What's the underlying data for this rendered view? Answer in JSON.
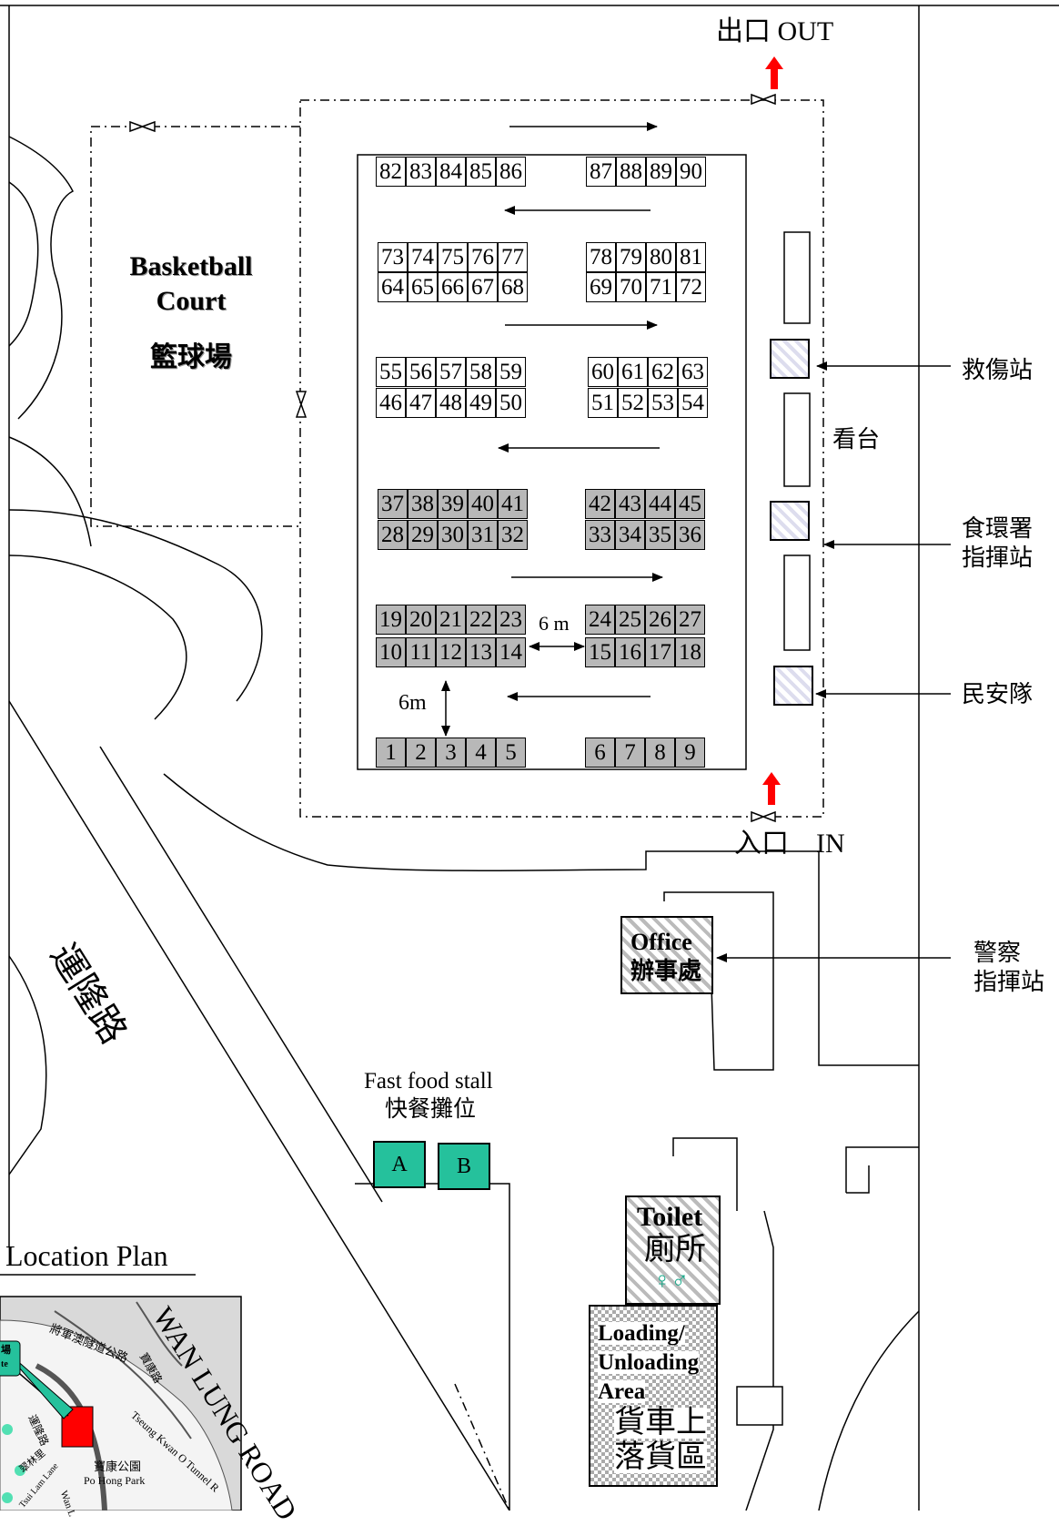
{
  "labels": {
    "exit": "出口 OUT",
    "entrance_cn": "入口",
    "entrance_en": "IN",
    "court_en_1": "Basketball",
    "court_en_2": "Court",
    "court_cn": "籃球場",
    "first_aid": "救傷站",
    "stand": "看台",
    "fehd_1": "食環署",
    "fehd_2": "指揮站",
    "cas": "民安隊",
    "police_1": "警察",
    "police_2": "指揮站",
    "office_en": "Office",
    "office_cn": "辦事處",
    "fast_food_en": "Fast food stall",
    "fast_food_cn": "快餐攤位",
    "stall_a": "A",
    "stall_b": "B",
    "toilet_en": "Toilet",
    "toilet_cn": "廁所",
    "loading_1": "Loading/",
    "loading_2": "Unloading",
    "loading_3": "Area",
    "loading_cn_1": "貨車上",
    "loading_cn_2": "落貨區",
    "road_en": "WAN LUNG ROAD",
    "road_cn": "運隆路",
    "dim_6m_h": "6 m",
    "dim_6m_v": "6m",
    "location_plan": "Location Plan",
    "inset_road_1": "將軍澳隧道公路",
    "inset_road_2": "Tseung Kwan O Tunnel R",
    "inset_park_cn": "寶康公園",
    "inset_park_en": "Po Hong Park",
    "inset_road_3": "寶康路",
    "inset_road_4": "運隆路",
    "inset_road_5": "翠林里",
    "inset_road_6": "Tsui Lam Lane",
    "inset_road_7": "Wan L",
    "inset_badge_1": "場",
    "inset_badge_2": "te"
  },
  "stalls": {
    "r82": [
      "82",
      "83",
      "84",
      "85",
      "86"
    ],
    "r87": [
      "87",
      "88",
      "89",
      "90"
    ],
    "r73": [
      "73",
      "74",
      "75",
      "76",
      "77"
    ],
    "r78": [
      "78",
      "79",
      "80",
      "81"
    ],
    "r64": [
      "64",
      "65",
      "66",
      "67",
      "68"
    ],
    "r69": [
      "69",
      "70",
      "71",
      "72"
    ],
    "r55": [
      "55",
      "56",
      "57",
      "58",
      "59"
    ],
    "r60": [
      "60",
      "61",
      "62",
      "63"
    ],
    "r46": [
      "46",
      "47",
      "48",
      "49",
      "50"
    ],
    "r51": [
      "51",
      "52",
      "53",
      "54"
    ],
    "r37": [
      "37",
      "38",
      "39",
      "40",
      "41"
    ],
    "r42": [
      "42",
      "43",
      "44",
      "45"
    ],
    "r28": [
      "28",
      "29",
      "30",
      "31",
      "32"
    ],
    "r33": [
      "33",
      "34",
      "35",
      "36"
    ],
    "r19": [
      "19",
      "20",
      "21",
      "22",
      "23"
    ],
    "r24": [
      "24",
      "25",
      "26",
      "27"
    ],
    "r10": [
      "10",
      "11",
      "12",
      "13",
      "14"
    ],
    "r15": [
      "15",
      "16",
      "17",
      "18"
    ],
    "r1": [
      "1",
      "2",
      "3",
      "4",
      "5"
    ],
    "r6": [
      "6",
      "7",
      "8",
      "9"
    ]
  },
  "colors": {
    "food_stall": "#25c19c",
    "gray_stall": "#b8b8b8",
    "arrow_red": "#ff0000"
  }
}
